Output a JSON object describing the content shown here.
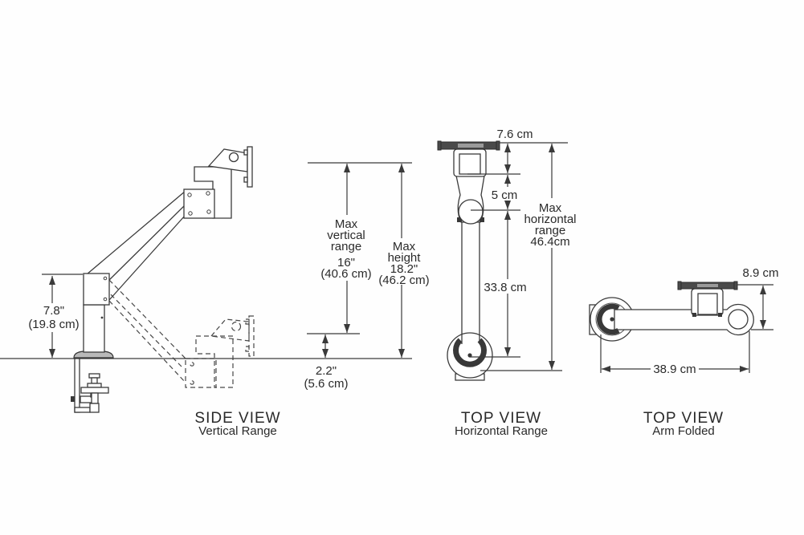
{
  "document": {
    "type": "technical-dimension-diagram",
    "subject": "monitor arm articulating mount"
  },
  "colors": {
    "background": "#fefefe",
    "line": "#3b3b3b",
    "text": "#2a2a2a",
    "dark_fill": "#4a4a4a"
  },
  "side_view": {
    "caption": "SIDE VIEW",
    "subcaption": "Vertical Range",
    "pole_height": [
      "7.8\"",
      "(19.8 cm)"
    ],
    "max_vertical_range": [
      "Max",
      "vertical",
      "range",
      "16\"",
      "(40.6 cm)"
    ],
    "max_height": [
      "Max",
      "height",
      "18.2\"",
      "(46.2 cm)"
    ],
    "min_height": [
      "2.2\"",
      "(5.6 cm)"
    ]
  },
  "top_view_horizontal": {
    "caption": "TOP VIEW",
    "subcaption": "Horizontal Range",
    "dim_plate": "7.6 cm",
    "dim_joint": "5 cm",
    "dim_arm": "33.8 cm",
    "max_horizontal_range": [
      "Max",
      "horizontal",
      "range",
      "46.4cm"
    ]
  },
  "top_view_folded": {
    "caption": "TOP VIEW",
    "subcaption": "Arm Folded",
    "dim_head": "8.9 cm",
    "dim_length": "38.9 cm"
  }
}
